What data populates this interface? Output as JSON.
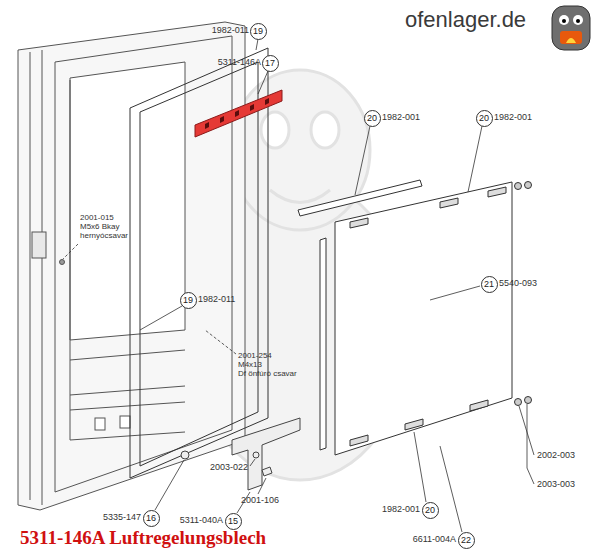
{
  "diagram": {
    "caption": "5311-146A Luftregelungsblech",
    "nodes": [
      {
        "text": [
          "19"
        ]
      },
      {
        "text": [
          "17"
        ]
      },
      {
        "text": [
          "20"
        ]
      },
      {
        "text": [
          "20"
        ]
      },
      {
        "text": [
          "21"
        ]
      },
      {
        "text": [
          "19"
        ]
      },
      {
        "text": [
          "20"
        ]
      },
      {
        "text": [
          "16"
        ]
      },
      {
        "text": [
          "15"
        ]
      },
      {
        "text": [
          "22"
        ]
      }
    ],
    "labels": [
      "ofenlager.de",
      "1982-011",
      "5311-146A",
      "1982-001",
      "1982-001",
      "2001-015",
      "M5x6 Bkay",
      "hernyócsavar",
      "5540-093",
      "1982-011",
      "2001-254",
      "M4x13",
      "Df önfúró csavar",
      "2003-022",
      "2002-003",
      "2003-003",
      "2001-106",
      "1982-001",
      "5335-147",
      "5311-040A",
      "6611-004A"
    ]
  }
}
